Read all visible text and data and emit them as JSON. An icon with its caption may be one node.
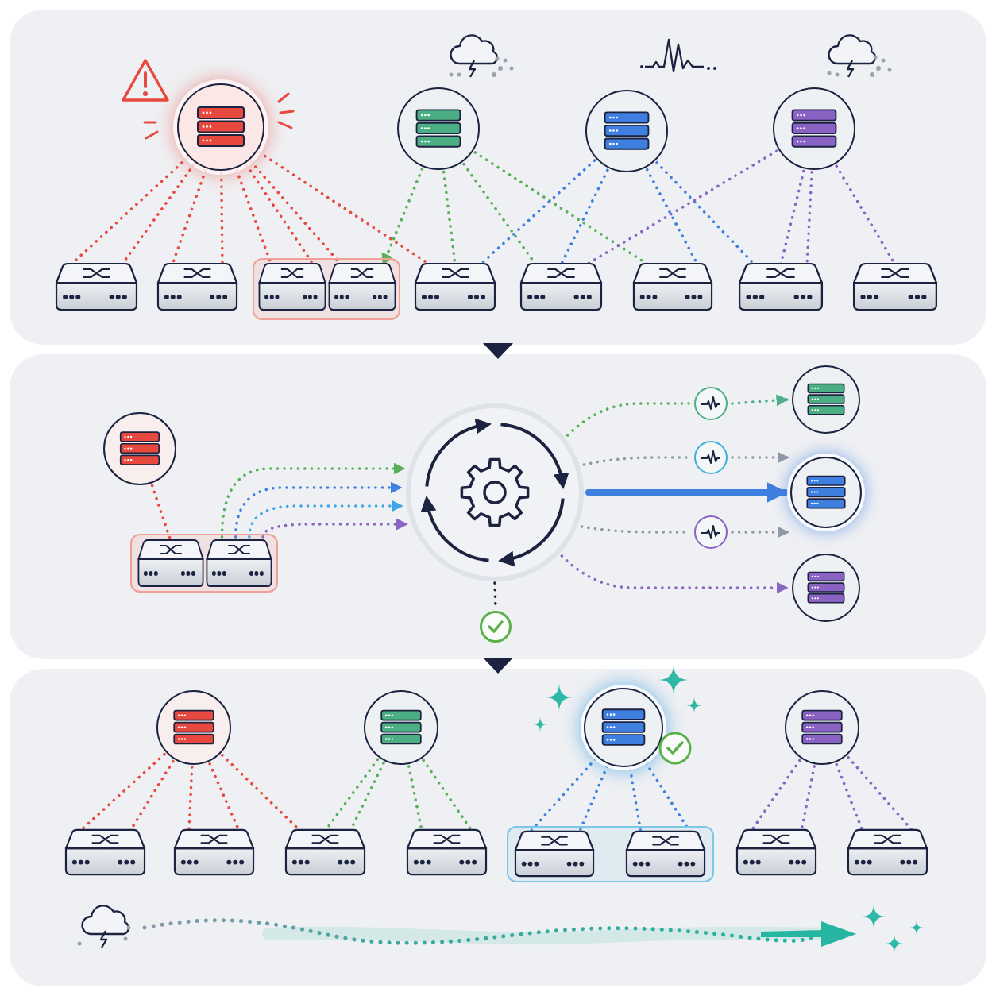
{
  "diagram": {
    "nodes": [
      {
        "text": [],
        "shape": "circle"
      },
      {
        "text": [],
        "shape": "circle"
      },
      {
        "text": [],
        "shape": "circle"
      },
      {
        "text": [],
        "shape": "circle"
      },
      {
        "text": [],
        "shape": "box"
      },
      {
        "text": [],
        "shape": "box"
      },
      {
        "text": [],
        "shape": "box"
      },
      {
        "text": [],
        "shape": "box",
        "in": 6
      },
      {
        "text": [],
        "shape": "box",
        "in": 6
      },
      {
        "text": [],
        "shape": "box"
      },
      {
        "text": [],
        "shape": "box"
      },
      {
        "text": [],
        "shape": "box"
      },
      {
        "text": [],
        "shape": "box"
      },
      {
        "text": [],
        "shape": "box"
      },
      {
        "text": [],
        "shape": "circle"
      },
      {
        "text": [],
        "shape": "box"
      },
      {
        "text": [],
        "shape": "box",
        "in": 15
      },
      {
        "text": [],
        "shape": "box",
        "in": 15
      },
      {
        "text": [],
        "shape": "circle"
      },
      {
        "text": [],
        "shape": "circle"
      },
      {
        "text": [],
        "shape": "circle"
      },
      {
        "text": [],
        "shape": "circle"
      },
      {
        "text": [],
        "shape": "circle"
      },
      {
        "text": [],
        "shape": "circle"
      },
      {
        "text": [],
        "shape": "circle"
      },
      {
        "text": [],
        "shape": "circle"
      },
      {
        "text": [],
        "shape": "circle"
      },
      {
        "text": [],
        "shape": "circle"
      },
      {
        "text": [],
        "shape": "circle"
      },
      {
        "text": [],
        "shape": "circle"
      },
      {
        "text": [],
        "shape": "box"
      },
      {
        "text": [],
        "shape": "box"
      },
      {
        "text": [],
        "shape": "box"
      },
      {
        "text": [],
        "shape": "box"
      },
      {
        "text": [],
        "shape": "box"
      },
      {
        "text": [],
        "shape": "box",
        "in": 34
      },
      {
        "text": [],
        "shape": "box",
        "in": 34
      },
      {
        "text": [],
        "shape": "box"
      },
      {
        "text": [],
        "shape": "box"
      }
    ],
    "edges": [
      {
        "from": 0,
        "to": 4,
        "arrow": "none",
        "style": "dashed",
        "color": "#e8493f"
      },
      {
        "from": 0,
        "to": 4,
        "arrow": "none",
        "style": "dashed",
        "color": "#e8493f"
      },
      {
        "from": 0,
        "to": 5,
        "arrow": "none",
        "style": "dashed",
        "color": "#e8493f"
      },
      {
        "from": 0,
        "to": 5,
        "arrow": "none",
        "style": "dashed",
        "color": "#e8493f"
      },
      {
        "from": 0,
        "to": 7,
        "arrow": "none",
        "style": "dashed",
        "color": "#e8493f"
      },
      {
        "from": 0,
        "to": 7,
        "arrow": "none",
        "style": "dashed",
        "color": "#e8493f"
      },
      {
        "from": 0,
        "to": 8,
        "arrow": "none",
        "style": "dashed",
        "color": "#e8493f"
      },
      {
        "from": 0,
        "to": 9,
        "arrow": "none",
        "style": "dashed",
        "color": "#e8493f"
      },
      {
        "from": 1,
        "to": 8,
        "arrow": "to",
        "style": "dashed",
        "color": "#58b05a"
      },
      {
        "from": 1,
        "to": 9,
        "arrow": "none",
        "style": "dashed",
        "color": "#58b05a"
      },
      {
        "from": 1,
        "to": 10,
        "arrow": "none",
        "style": "dashed",
        "color": "#58b05a"
      },
      {
        "from": 1,
        "to": 11,
        "arrow": "none",
        "style": "dashed",
        "color": "#58b05a"
      },
      {
        "from": 2,
        "to": 9,
        "arrow": "none",
        "style": "dashed",
        "color": "#3f7fe0"
      },
      {
        "from": 2,
        "to": 10,
        "arrow": "none",
        "style": "dashed",
        "color": "#3f7fe0"
      },
      {
        "from": 2,
        "to": 11,
        "arrow": "none",
        "style": "dashed",
        "color": "#3f7fe0"
      },
      {
        "from": 2,
        "to": 12,
        "arrow": "none",
        "style": "dashed",
        "color": "#3f7fe0"
      },
      {
        "from": 3,
        "to": 10,
        "arrow": "none",
        "style": "dashed",
        "color": "#8a66c4"
      },
      {
        "from": 3,
        "to": 12,
        "arrow": "none",
        "style": "dashed",
        "color": "#8a66c4"
      },
      {
        "from": 3,
        "to": 12,
        "arrow": "none",
        "style": "dashed",
        "color": "#8a66c4"
      },
      {
        "from": 3,
        "to": 13,
        "arrow": "none",
        "style": "dashed",
        "color": "#8a66c4"
      },
      {
        "from": 14,
        "to": 16,
        "arrow": "none",
        "style": "dashed",
        "color": "#e8493f"
      },
      {
        "from": 17,
        "to": 18,
        "arrow": "to",
        "style": "dashed",
        "color": "#58b05a"
      },
      {
        "from": 17,
        "to": 18,
        "arrow": "to",
        "style": "dashed",
        "color": "#3f7fe0"
      },
      {
        "from": 17,
        "to": 18,
        "arrow": "to",
        "style": "dashed",
        "color": "#3fa6e6"
      },
      {
        "from": 17,
        "to": 18,
        "arrow": "to",
        "style": "dashed",
        "color": "#8a66c4"
      },
      {
        "from": 18,
        "to": 19,
        "arrow": "none",
        "style": "dashed",
        "color": "#58b05a"
      },
      {
        "from": 19,
        "to": 20,
        "arrow": "to",
        "style": "dashed",
        "color": "#4caf8a"
      },
      {
        "from": 18,
        "to": 21,
        "arrow": "none",
        "style": "dashed",
        "color": "#8a9ba8"
      },
      {
        "from": 21,
        "to": 22,
        "arrow": "to",
        "style": "dashed",
        "color": "#8e98a8"
      },
      {
        "from": 18,
        "to": 22,
        "arrow": "to",
        "style": "thick",
        "color": "#3f7fe0"
      },
      {
        "from": 18,
        "to": 23,
        "arrow": "none",
        "style": "dashed",
        "color": "#8e98a8"
      },
      {
        "from": 23,
        "to": 22,
        "arrow": "to",
        "style": "dashed",
        "color": "#8e98a8"
      },
      {
        "from": 18,
        "to": 24,
        "arrow": "to",
        "style": "dashed",
        "color": "#8a66c4"
      },
      {
        "from": 18,
        "to": 25,
        "arrow": "none",
        "style": "dashed",
        "color": "#1b2340"
      },
      {
        "from": 26,
        "to": 30,
        "arrow": "none",
        "style": "dashed",
        "color": "#e8493f"
      },
      {
        "from": 26,
        "to": 30,
        "arrow": "none",
        "style": "dashed",
        "color": "#e8493f"
      },
      {
        "from": 26,
        "to": 31,
        "arrow": "none",
        "style": "dashed",
        "color": "#e8493f"
      },
      {
        "from": 26,
        "to": 31,
        "arrow": "none",
        "style": "dashed",
        "color": "#e8493f"
      },
      {
        "from": 26,
        "to": 32,
        "arrow": "none",
        "style": "dashed",
        "color": "#e8493f"
      },
      {
        "from": 27,
        "to": 32,
        "arrow": "none",
        "style": "dashed",
        "color": "#58b05a"
      },
      {
        "from": 27,
        "to": 32,
        "arrow": "none",
        "style": "dashed",
        "color": "#58b05a"
      },
      {
        "from": 27,
        "to": 33,
        "arrow": "none",
        "style": "dashed",
        "color": "#58b05a"
      },
      {
        "from": 27,
        "to": 33,
        "arrow": "none",
        "style": "dashed",
        "color": "#58b05a"
      },
      {
        "from": 28,
        "to": 35,
        "arrow": "none",
        "style": "dashed",
        "color": "#3f7fe0"
      },
      {
        "from": 28,
        "to": 35,
        "arrow": "none",
        "style": "dashed",
        "color": "#3f7fe0"
      },
      {
        "from": 28,
        "to": 36,
        "arrow": "none",
        "style": "dashed",
        "color": "#3f7fe0"
      },
      {
        "from": 28,
        "to": 36,
        "arrow": "none",
        "style": "dashed",
        "color": "#3f7fe0"
      },
      {
        "from": 29,
        "to": 37,
        "arrow": "none",
        "style": "dashed",
        "color": "#8a66c4"
      },
      {
        "from": 29,
        "to": 37,
        "arrow": "none",
        "style": "dashed",
        "color": "#8a66c4"
      },
      {
        "from": 29,
        "to": 38,
        "arrow": "none",
        "style": "dashed",
        "color": "#8a66c4"
      },
      {
        "from": 29,
        "to": 38,
        "arrow": "none",
        "style": "dashed",
        "color": "#8a66c4"
      }
    ]
  }
}
